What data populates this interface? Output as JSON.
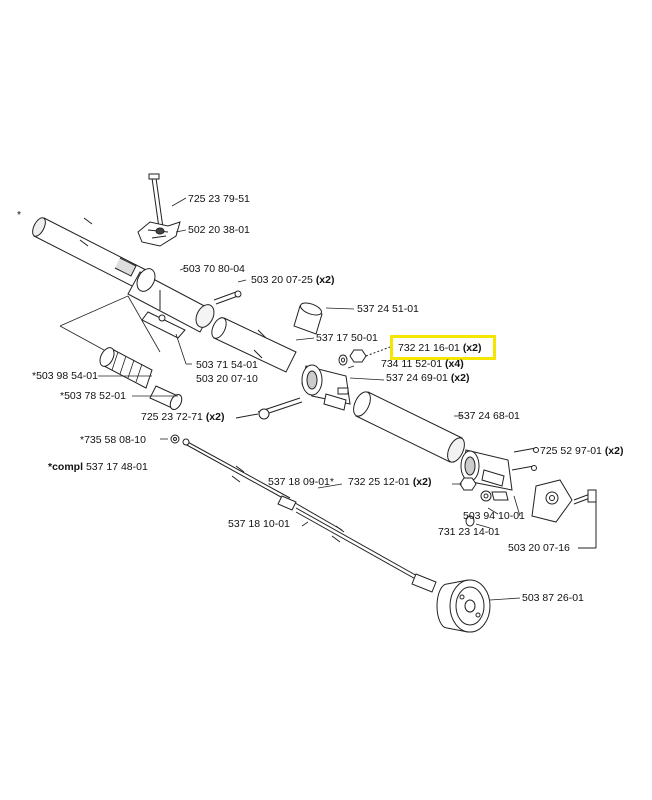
{
  "highlight_color": "#f5e600",
  "parts": [
    {
      "id": "p1",
      "number": "725 23 79-51",
      "qty": ""
    },
    {
      "id": "p2",
      "number": "502 20 38-01",
      "qty": ""
    },
    {
      "id": "p3",
      "number": "503 70 80-04",
      "qty": ""
    },
    {
      "id": "p4",
      "number": "503 20 07-25",
      "qty": "(x2)"
    },
    {
      "id": "p5",
      "number": "537 24 51-01",
      "qty": ""
    },
    {
      "id": "p6",
      "number": "537 17 50-01",
      "qty": ""
    },
    {
      "id": "p7",
      "number": "732 21 16-01",
      "qty": "(x2)",
      "highlighted": true
    },
    {
      "id": "p8",
      "number": "734 11 52-01",
      "qty": "(x4)"
    },
    {
      "id": "p9",
      "number": "537 24 69-01",
      "qty": "(x2)"
    },
    {
      "id": "p10",
      "number": "503 71 54-01",
      "qty": ""
    },
    {
      "id": "p11",
      "number": "503 20 07-10",
      "qty": ""
    },
    {
      "id": "p12",
      "number": "*503 98 54-01",
      "qty": ""
    },
    {
      "id": "p13",
      "number": "*503 78 52-01",
      "qty": ""
    },
    {
      "id": "p14",
      "number": "725 23 72-71",
      "qty": "(x2)"
    },
    {
      "id": "p15",
      "number": "537 24 68-01",
      "qty": ""
    },
    {
      "id": "p16",
      "number": "*735 58 08-10",
      "qty": ""
    },
    {
      "id": "p17",
      "number": "537 17 48-01",
      "qty": "",
      "prefix": "*compl"
    },
    {
      "id": "p18",
      "number": "725 52 97-01",
      "qty": "(x2)"
    },
    {
      "id": "p19",
      "number": "537 18 09-01*",
      "qty": ""
    },
    {
      "id": "p20",
      "number": "732 25 12-01",
      "qty": "(x2)"
    },
    {
      "id": "p21",
      "number": "503 94 10-01",
      "qty": ""
    },
    {
      "id": "p22",
      "number": "731 23 14-01",
      "qty": ""
    },
    {
      "id": "p23",
      "number": "503 20 07-16",
      "qty": ""
    },
    {
      "id": "p24",
      "number": "537 18 10-01",
      "qty": ""
    },
    {
      "id": "p25",
      "number": "503 87 26-01",
      "qty": ""
    }
  ],
  "star_mark": "*"
}
